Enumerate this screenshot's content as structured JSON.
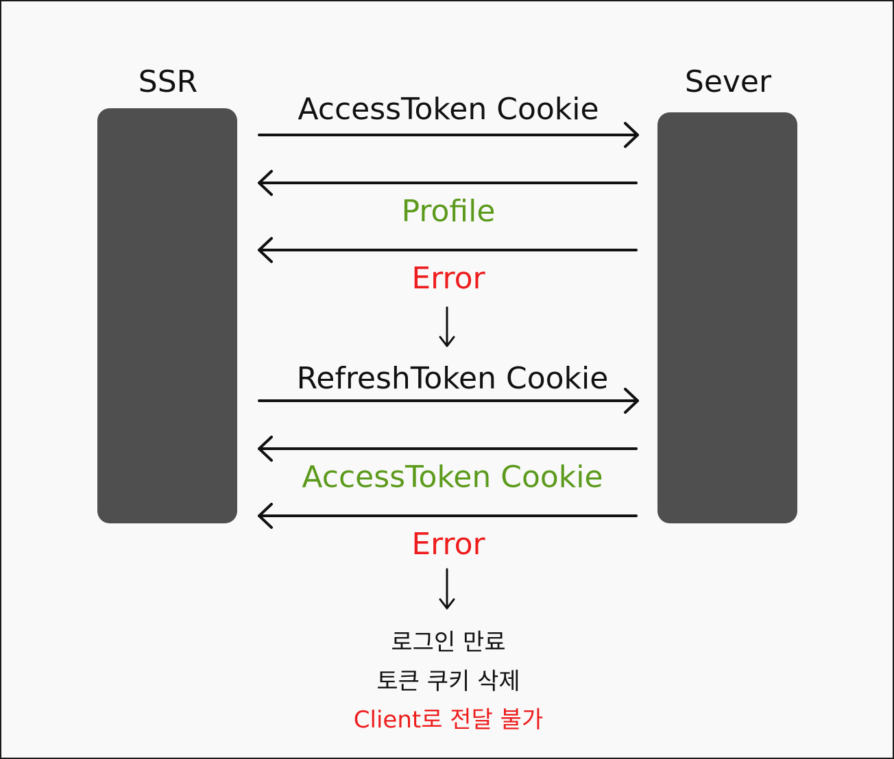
{
  "actors": {
    "left": "SSR",
    "right": "Sever"
  },
  "messages": [
    {
      "label": "AccessToken Cookie",
      "direction": "right",
      "color": "#111111"
    },
    {
      "label": "Profile",
      "direction": "left",
      "color": "#5c9a1c"
    },
    {
      "label": "Error",
      "direction": "left",
      "color": "#ee1c1c"
    },
    {
      "label": "RefreshToken Cookie",
      "direction": "right",
      "color": "#111111"
    },
    {
      "label": "AccessToken Cookie",
      "direction": "left",
      "color": "#5c9a1c"
    },
    {
      "label": "Error",
      "direction": "left",
      "color": "#ee1c1c"
    }
  ],
  "notes": [
    {
      "text": "로그인 만료",
      "color": "#111111"
    },
    {
      "text": "토큰 쿠키 삭제",
      "color": "#111111"
    },
    {
      "text": "Client로 전달 불가",
      "color": "#ee1c1c"
    }
  ],
  "colors": {
    "lane": "#4f4f4f",
    "success": "#5c9a1c",
    "error": "#ee1c1c",
    "text": "#111111"
  }
}
